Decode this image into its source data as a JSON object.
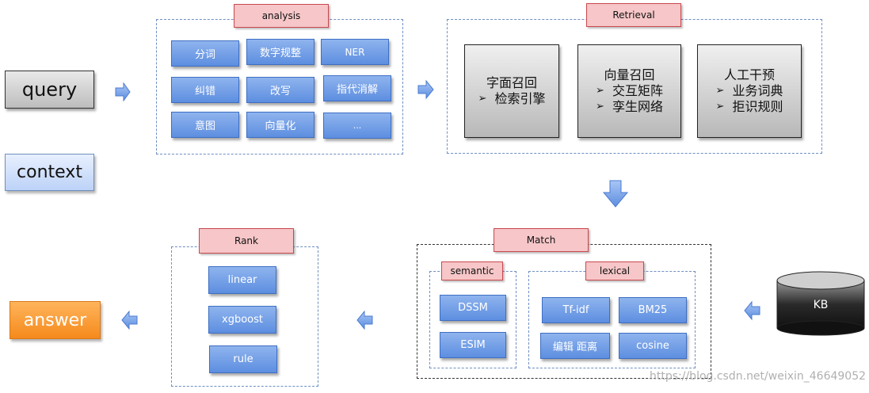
{
  "io": {
    "query": "query",
    "context": "context",
    "answer": "answer"
  },
  "analysis": {
    "header": "analysis",
    "items": [
      "分词",
      "数字规整",
      "NER",
      "纠错",
      "改写",
      "指代消解",
      "意图",
      "向量化",
      "..."
    ]
  },
  "retrieval": {
    "header": "Retrieval",
    "boxes": [
      {
        "title": "字面召回",
        "items": [
          "检索引擎"
        ]
      },
      {
        "title": "向量召回",
        "items": [
          "交互矩阵",
          "孪生网络"
        ]
      },
      {
        "title": "人工干预",
        "items": [
          "业务词典",
          "拒识规则"
        ]
      }
    ],
    "bullet": "➢"
  },
  "match": {
    "header": "Match",
    "semantic": {
      "header": "semantic",
      "items": [
        "DSSM",
        "ESIM"
      ]
    },
    "lexical": {
      "header": "lexical",
      "items": [
        "Tf-idf",
        "BM25",
        "编辑 距离",
        "cosine"
      ]
    }
  },
  "rank": {
    "header": "Rank",
    "items": [
      "linear",
      "xgboost",
      "rule"
    ]
  },
  "kb": {
    "label": "KB"
  },
  "watermark": "https://blog.csdn.net/weixin_46649052",
  "colors": {
    "arrow_fill": "#8fb4ee",
    "arrow_stroke": "#4a7bd0",
    "header_fill": "#f6c6c8",
    "box_blue": "#5d8ee0",
    "answer": "#f58a1c"
  }
}
